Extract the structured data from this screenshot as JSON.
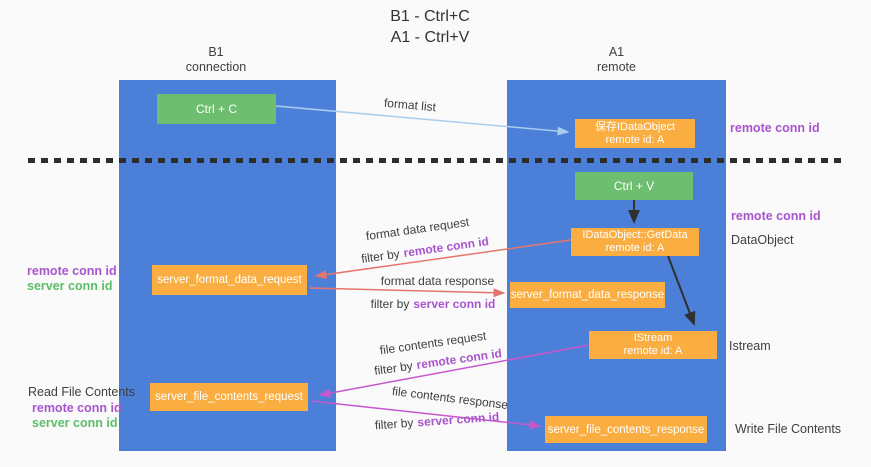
{
  "title": {
    "line1": "B1 - Ctrl+C",
    "line2": "A1 - Ctrl+V"
  },
  "lanes": {
    "b1": {
      "name": "B1",
      "subtitle": "connection"
    },
    "a1": {
      "name": "A1",
      "subtitle": "remote"
    }
  },
  "nodes": {
    "ctrl_c": {
      "label": "Ctrl + C"
    },
    "ctrl_v": {
      "label": "Ctrl + V"
    },
    "save_dataobject": {
      "line1": "保存IDataObject",
      "line2": "remote id: A"
    },
    "getdata": {
      "line1": "IDataObject::GetData",
      "line2": "remote id: A"
    },
    "istream": {
      "line1": "IStream",
      "line2": "remote id: A"
    },
    "server_format_data_request": {
      "label": "server_format_data_request"
    },
    "server_format_data_response": {
      "label": "server_format_data_response"
    },
    "server_file_contents_request": {
      "label": "server_file_contents_request"
    },
    "server_file_contents_response": {
      "label": "server_file_contents_response"
    }
  },
  "arrow_labels": {
    "format_list": "format list",
    "format_data_request": "format data request",
    "format_data_response": "format data response",
    "file_contents_request": "file contents request",
    "file_contents_response": "file contents response",
    "filter_by": "filter by",
    "remote_conn_id": "remote conn id",
    "server_conn_id": "server conn id"
  },
  "side_labels": {
    "remote_conn_id": "remote conn id",
    "server_conn_id": "server conn id",
    "read_file_contents": "Read File Contents",
    "write_file_contents": "Write File Contents",
    "dataobject": "DataObject",
    "istream": "Istream"
  },
  "colors": {
    "background": "#fafafa",
    "lane_blue": "#4c80d8",
    "box_orange": "#faad41",
    "box_green": "#6dbe6f",
    "arrow_blue": "#a9cdee",
    "arrow_red": "#e8756d",
    "arrow_magenta": "#c857ce",
    "arrow_black": "#303030",
    "text_purple": "#a855cd",
    "text_green": "#5cbe68",
    "text_dark": "#3e3e3e"
  }
}
